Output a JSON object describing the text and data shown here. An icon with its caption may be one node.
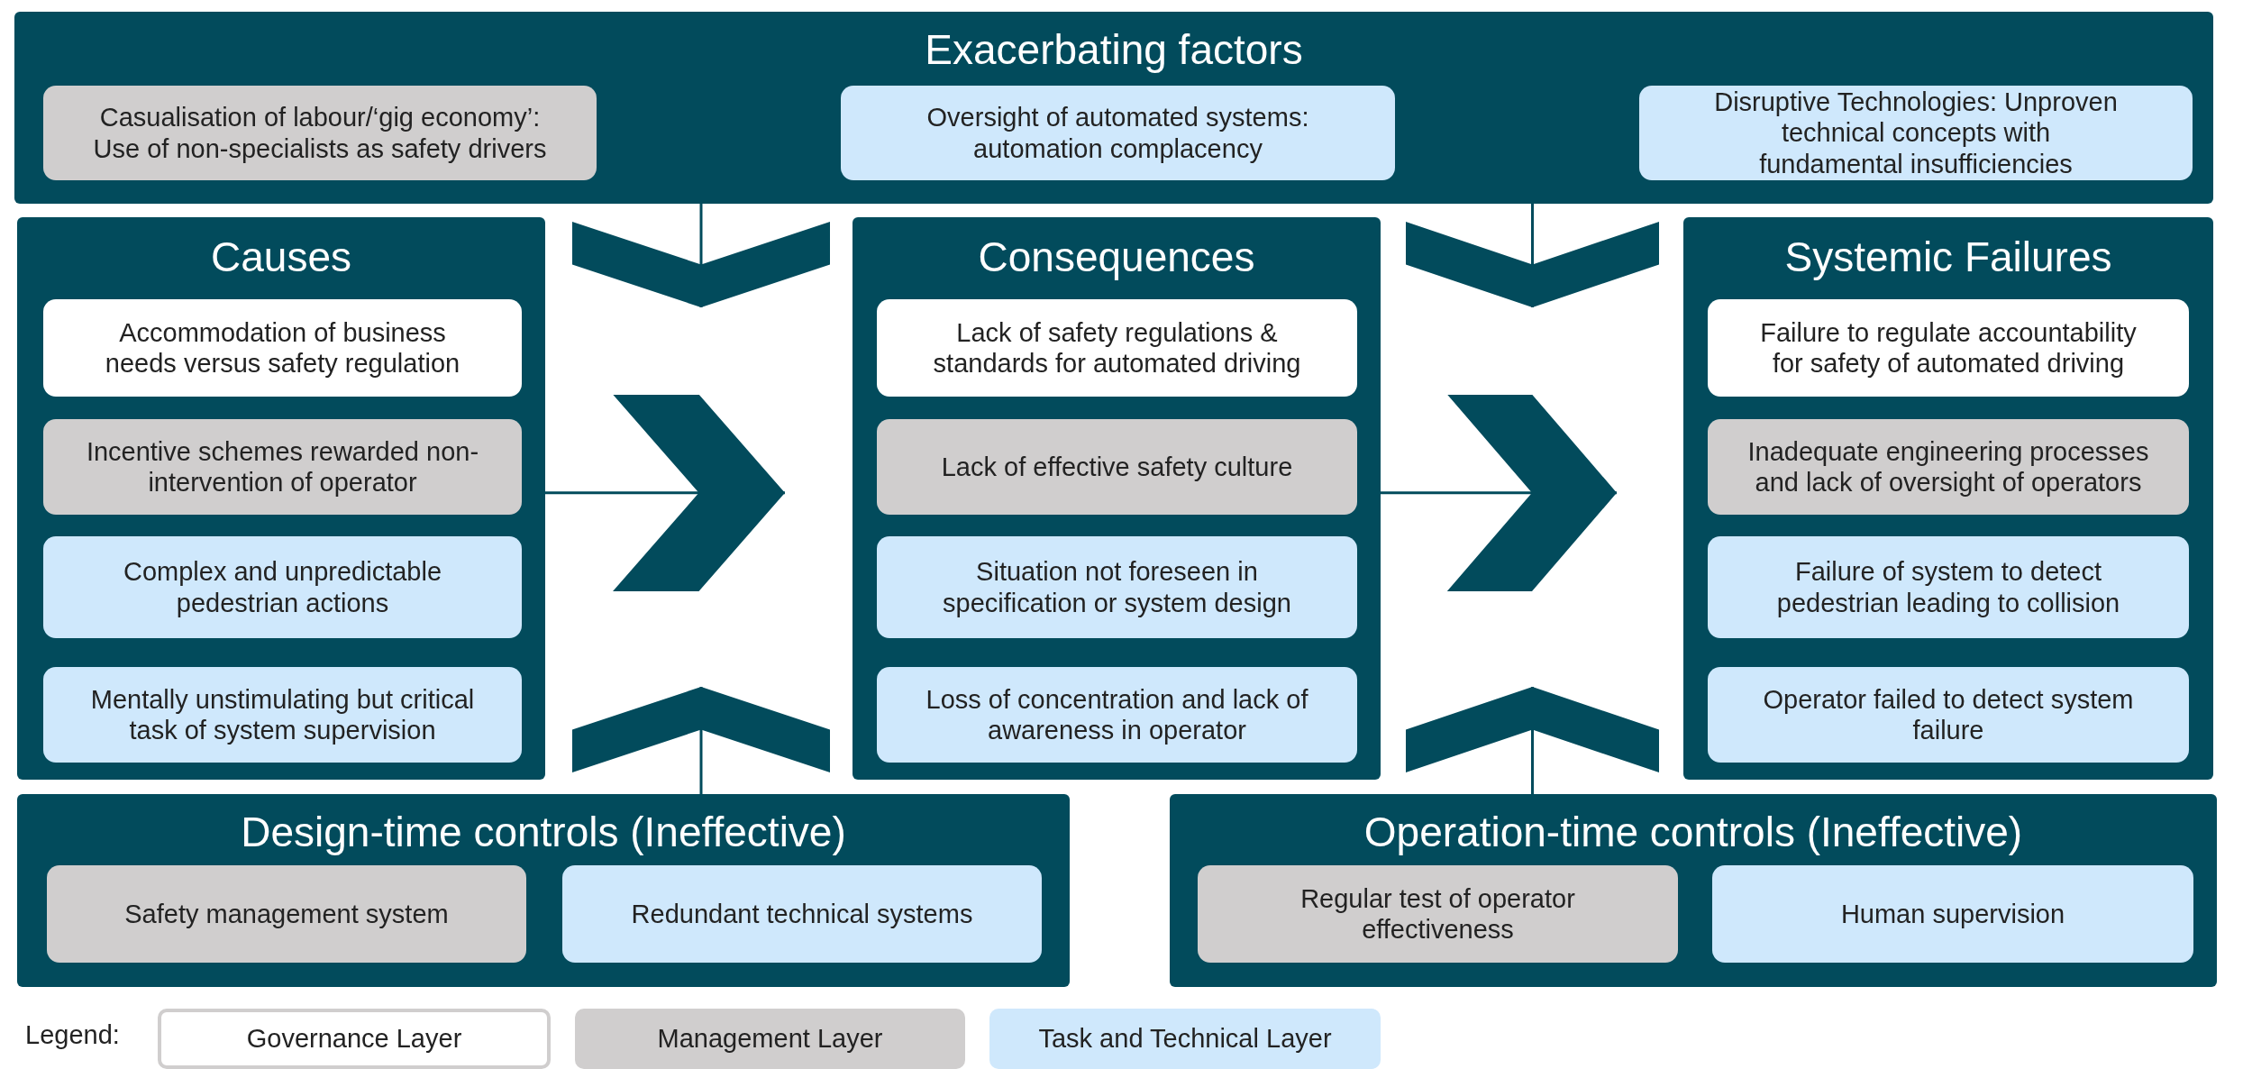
{
  "diagram": {
    "nodes": [
      {
        "text": [
          "Exacerbating factors"
        ]
      },
      {
        "text": [
          "Casualisation of labour/‘gig economy’: Use of non-specialists as safety drivers"
        ],
        "in": 0
      },
      {
        "text": [
          "Oversight of automated systems: automation complacency"
        ],
        "in": 0
      },
      {
        "text": [
          "Disruptive Technologies: Unproven technical concepts with fundamental insufficiencies"
        ],
        "in": 0
      },
      {
        "text": [
          "Causes"
        ]
      },
      {
        "text": [
          "Accommodation of business needs versus safety regulation"
        ],
        "in": 4
      },
      {
        "text": [
          "Incentive schemes rewarded non-intervention of operator"
        ],
        "in": 4
      },
      {
        "text": [
          "Complex and unpredictable pedestrian actions"
        ],
        "in": 4
      },
      {
        "text": [
          "Mentally unstimulating but critical task of system supervision"
        ],
        "in": 4
      },
      {
        "text": [
          "Consequences"
        ]
      },
      {
        "text": [
          "Lack of safety regulations & standards for automated driving"
        ],
        "in": 9
      },
      {
        "text": [
          "Lack of effective safety culture"
        ],
        "in": 9
      },
      {
        "text": [
          "Situation not foreseen in specification or system design"
        ],
        "in": 9
      },
      {
        "text": [
          "Loss of concentration and lack of awareness in operator"
        ],
        "in": 9
      },
      {
        "text": [
          "Systemic Failures"
        ]
      },
      {
        "text": [
          "Failure to regulate accountability for safety of automated driving"
        ],
        "in": 14
      },
      {
        "text": [
          "Inadequate engineering processes and lack of oversight of operators"
        ],
        "in": 14
      },
      {
        "text": [
          "Failure of system to detect pedestrian leading to collision"
        ],
        "in": 14
      },
      {
        "text": [
          "Operator failed to detect system failure"
        ],
        "in": 14
      },
      {
        "text": [
          "Design-time controls (Ineffective)"
        ]
      },
      {
        "text": [
          "Safety management system"
        ],
        "in": 19
      },
      {
        "text": [
          "Redundant technical systems"
        ],
        "in": 19
      },
      {
        "text": [
          "Operation-time controls (Ineffective)"
        ]
      },
      {
        "text": [
          "Regular test of operator effectiveness"
        ],
        "in": 22
      },
      {
        "text": [
          "Human supervision"
        ],
        "in": 22
      }
    ],
    "edges": [
      {
        "from": 4,
        "to": 9,
        "arrow": "to"
      },
      {
        "from": 9,
        "to": 14,
        "arrow": "to"
      },
      {
        "from": 0,
        "to": null,
        "arrow": "to"
      },
      {
        "from": 0,
        "to": null,
        "arrow": "to"
      },
      {
        "from": 19,
        "to": null,
        "arrow": "to"
      },
      {
        "from": 22,
        "to": null,
        "arrow": "to"
      }
    ],
    "labels": [
      "Legend:"
    ],
    "legend": [
      {
        "text": "Governance Layer",
        "color": "#ffffff"
      },
      {
        "text": "Management Layer",
        "color": "#d0cece"
      },
      {
        "text": "Task and Technical Layer",
        "color": "#cfe8fc"
      }
    ]
  }
}
